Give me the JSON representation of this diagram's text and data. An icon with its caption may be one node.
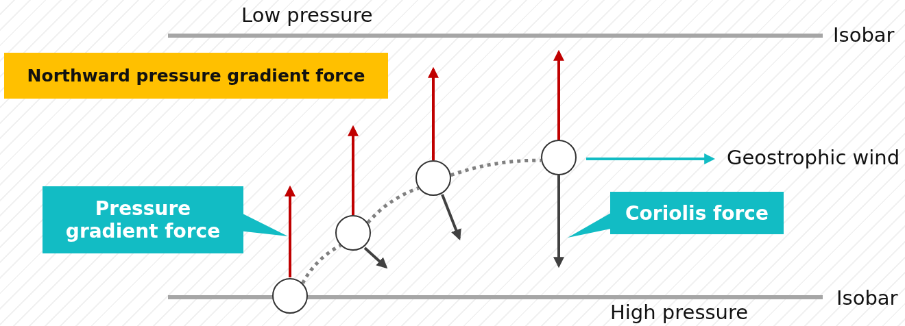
{
  "diagram": {
    "nodes": [
      {
        "text": [
          "Northward pressure gradient force"
        ]
      },
      {
        "text": [
          "Pressure gradient force"
        ]
      },
      {
        "text": [
          "Coriolis force"
        ]
      },
      {
        "text": [],
        "shape": "circle"
      },
      {
        "text": [],
        "shape": "circle"
      },
      {
        "text": [],
        "shape": "circle"
      },
      {
        "text": [],
        "shape": "circle"
      }
    ],
    "edges": [
      {
        "from": 3,
        "to": 4,
        "arrow": "none",
        "style": "dashed"
      },
      {
        "from": 4,
        "to": 5,
        "arrow": "none",
        "style": "dashed"
      },
      {
        "from": 5,
        "to": 6,
        "arrow": "none",
        "style": "dashed"
      }
    ],
    "labels": [
      "Low pressure",
      "Isobar",
      "Geostrophic wind",
      "Isobar",
      "High pressure"
    ]
  }
}
